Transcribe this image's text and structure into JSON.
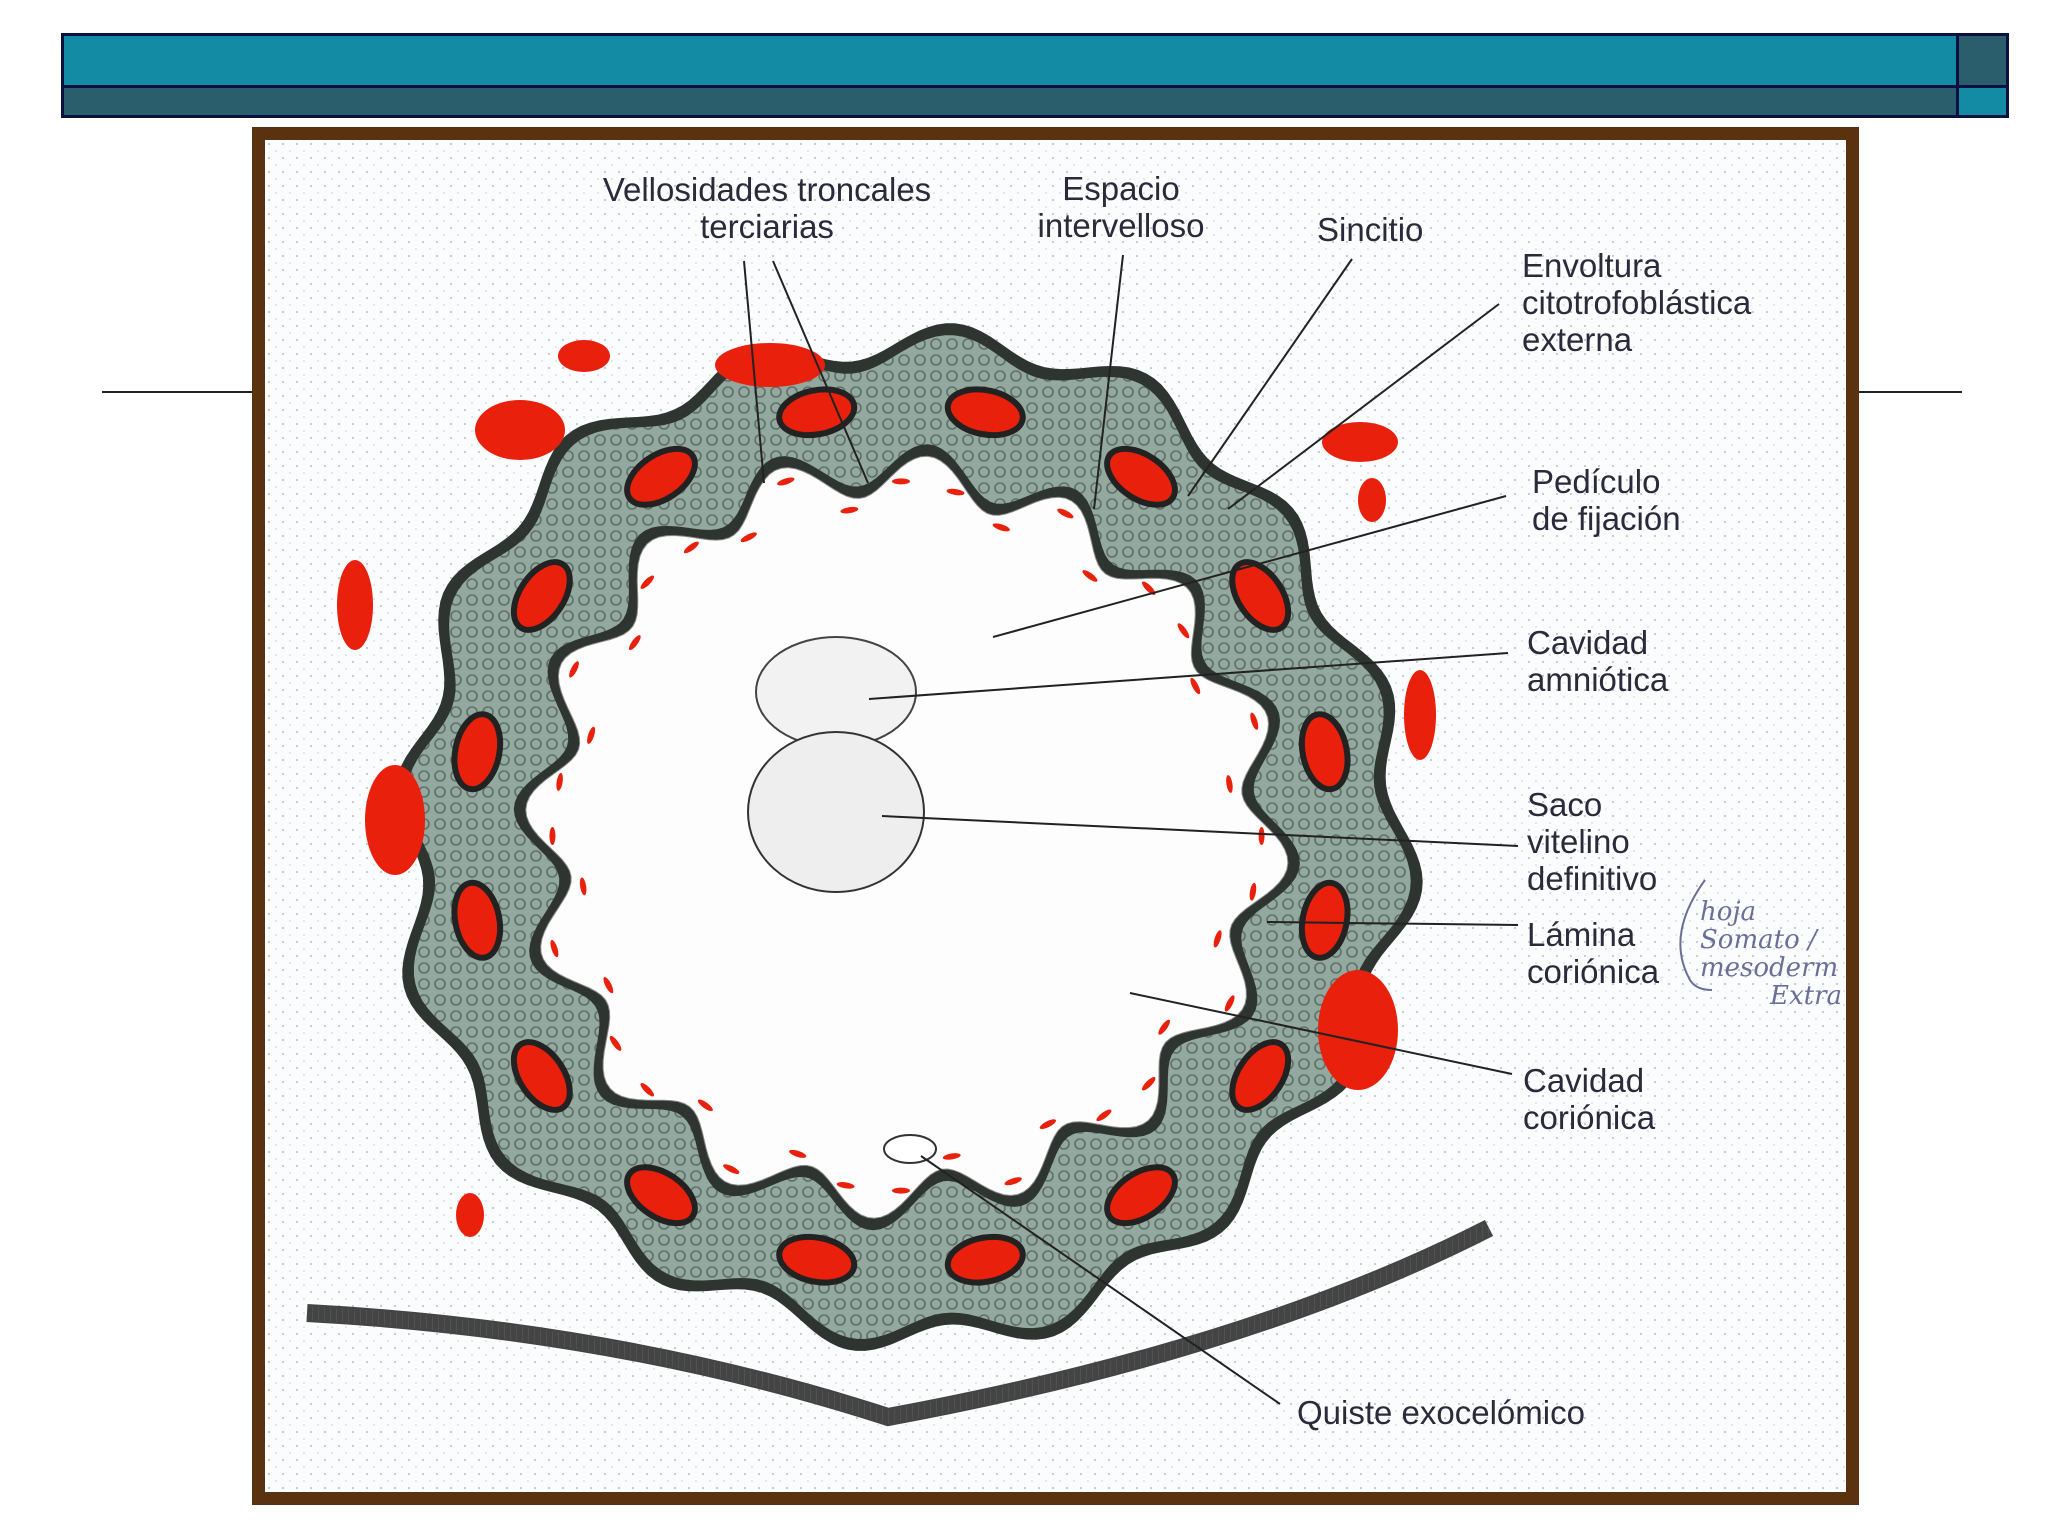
{
  "colors": {
    "bar_main": "#138ba5",
    "bar_dark": "#2a5e6c",
    "frame": "#5a3210",
    "lacuna": "#e8200c",
    "ring": "#8fa49a",
    "ring_edge": "#2e3530"
  },
  "labels": {
    "vellosidades": [
      "Vellosidades troncales",
      "terciarias"
    ],
    "espacio": [
      "Espacio",
      "intervelloso"
    ],
    "sincitio": "Sincitio",
    "envoltura": [
      "Envoltura",
      "citotrofoblástica",
      "externa"
    ],
    "pediculo": [
      "Pedículo",
      "de fijación"
    ],
    "cavidad_amniotica": [
      "Cavidad",
      "amniótica"
    ],
    "saco_vitelino": [
      "Saco",
      "vitelino",
      "definitivo"
    ],
    "lamina": [
      "Lámina",
      "coriónica"
    ],
    "cavidad_corionica": [
      "Cavidad",
      "coriónica"
    ],
    "quiste": "Quiste exocelómico"
  },
  "handwritten_note": [
    "hoja",
    "Somato /",
    "mesoderm",
    "Extra"
  ]
}
